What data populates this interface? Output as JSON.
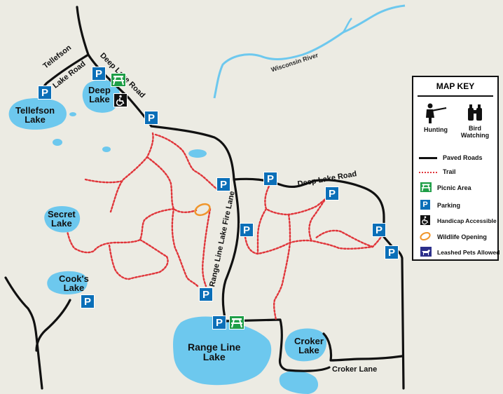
{
  "colors": {
    "water": "#6dc8ee",
    "road": "#111111",
    "trail": "#e0353a",
    "parking": "#0b6fb8",
    "picnic": "#1f9e47",
    "wildlife": "#f0962c",
    "background": "#ecebe3"
  },
  "lakes": {
    "tellefson": "Tellefson\nLake",
    "deep": "Deep\nLake",
    "secret": "Secret\nLake",
    "cooks": "Cook's\nLake",
    "range_line": "Range Line\nLake",
    "croker": "Croker\nLake"
  },
  "roads": {
    "tellefson_lake_road_1": "Tellefson",
    "tellefson_lake_road_2": "Lake Road",
    "deep_lake_road_north": "Deep Lake Road",
    "deep_lake_road_east": "Deep Lake Road",
    "range_line_fire_lane": "Range Line Lake Fire Lane",
    "croker_lane": "Croker Lane"
  },
  "river": "Wisconsin River",
  "parking_symbol": "P",
  "icons": {
    "parking": "parking-icon",
    "picnic": "picnic-table-icon",
    "handicap": "wheelchair-icon",
    "hunting": "hunter-icon",
    "bird": "binoculars-icon",
    "pets": "leashed-dog-icon",
    "wildlife": "wildlife-opening-icon"
  },
  "map_key": {
    "title": "MAP KEY",
    "hunting": "Hunting",
    "bird_watching": "Bird\nWatching",
    "paved_roads": "Paved Roads",
    "trail": "Trail",
    "picnic_area": "Picnic Area",
    "parking": "Parking",
    "handicap_accessible": "Handicap Accessible",
    "wildlife_opening": "Wildlife Opening",
    "leashed_pets": "Leashed Pets Allowed"
  }
}
